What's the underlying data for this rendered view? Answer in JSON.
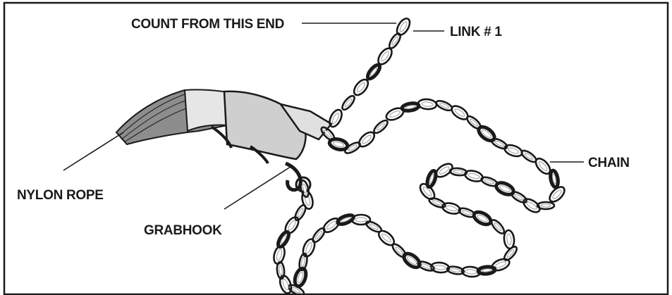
{
  "labels": {
    "count_from": "COUNT FROM THIS END",
    "link1": "LINK # 1",
    "chain": "CHAIN",
    "nylon_rope": "NYLON ROPE",
    "grabhook": "GRABHOOK"
  },
  "icons": {
    "rope": "nylon-rope-icon",
    "hook": "grabhook-icon",
    "chain": "chain-icon"
  },
  "colors": {
    "ink": "#1a1a1a",
    "shade": "#9a9a9a",
    "light": "#d8d8d8"
  }
}
